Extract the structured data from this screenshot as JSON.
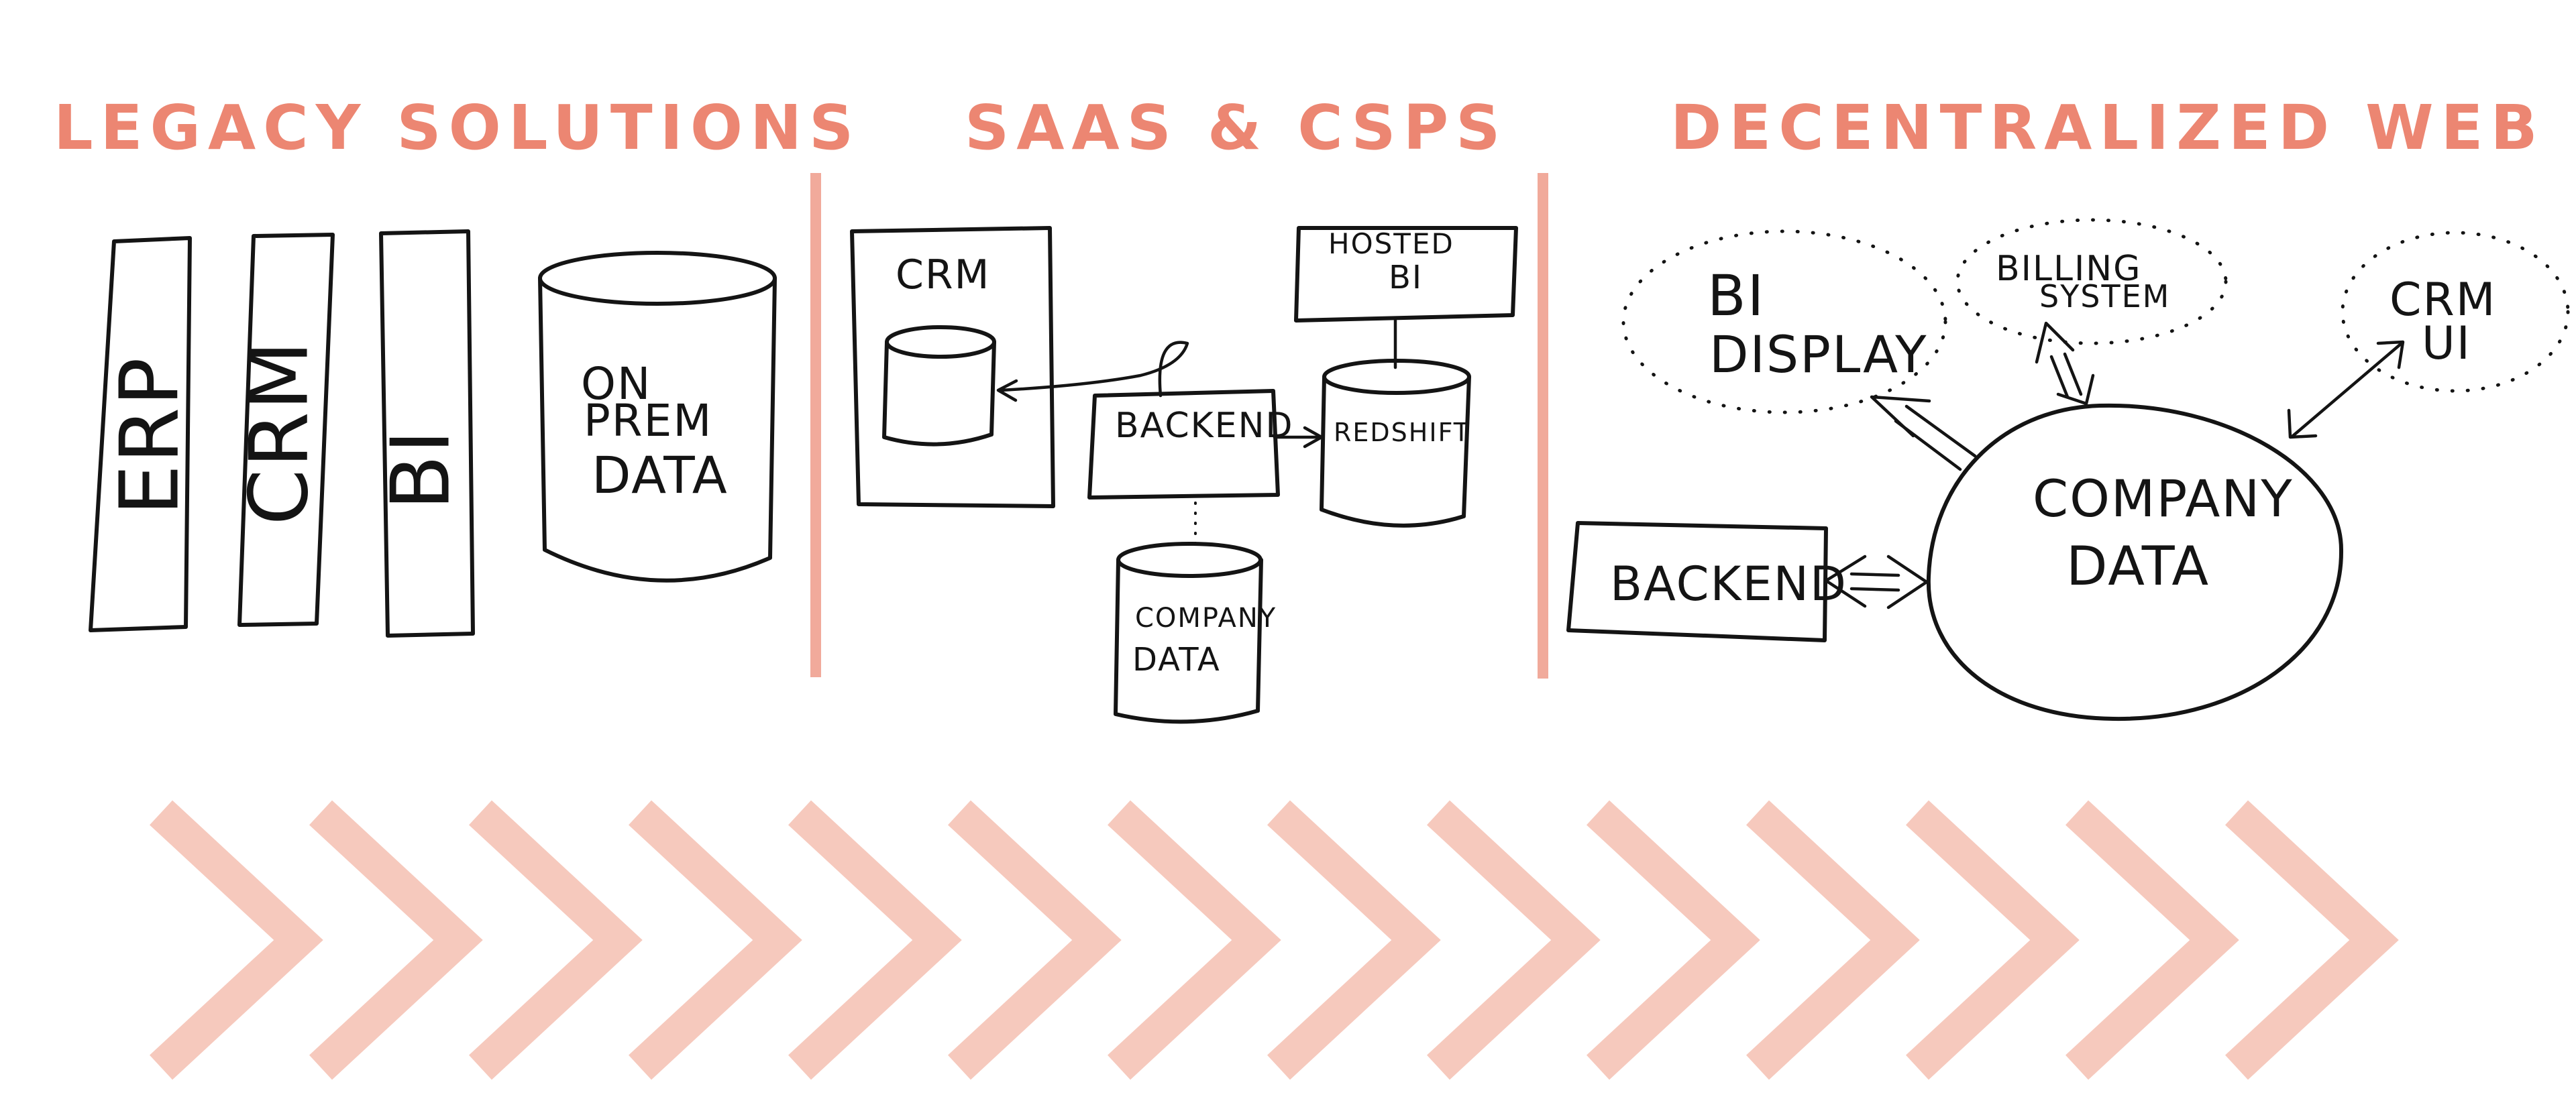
{
  "sections": {
    "legacy": {
      "title": "LEGACY SOLUTIONS",
      "labels": {
        "erp": "ERP",
        "crm": "CRM",
        "bi": "BI",
        "onprem_1": "ON",
        "onprem_2": "PREM",
        "onprem_3": "DATA"
      }
    },
    "saas": {
      "title": "SAAS & CSPS",
      "labels": {
        "crm": "CRM",
        "hosted_1": "HOSTED",
        "hosted_2": "BI",
        "backend": "BACKEND",
        "redshift": "REDSHIFT",
        "company_1": "COMPANY",
        "company_2": "DATA"
      }
    },
    "decentralized": {
      "title": "DECENTRALIZED WEB",
      "labels": {
        "bi_1": "BI",
        "bi_2": "DISPLAY",
        "billing_1": "BILLING",
        "billing_2": "SYSTEM",
        "crm_1": "CRM",
        "crm_2": "UI",
        "backend": "BACKEND",
        "company_1": "COMPANY",
        "company_2": "DATA"
      }
    }
  },
  "colors": {
    "title": "#ec8672",
    "divider": "#f1aa9b",
    "chevron": "#f6c9bd",
    "ink": "#141414"
  },
  "chevron_count": 14
}
